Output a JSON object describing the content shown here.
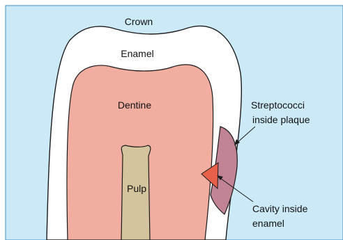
{
  "labels": {
    "crown": "Crown",
    "enamel": "Enamel",
    "dentine": "Dentine",
    "pulp": "Pulp",
    "plaque_line1": "Streptococci",
    "plaque_line2": "inside plaque",
    "cavity_line1": "Cavity inside",
    "cavity_line2": "enamel"
  },
  "colors": {
    "background": "#cce9f7",
    "enamel": "#ffffff",
    "dentine": "#f0ada0",
    "pulp": "#d3c49e",
    "plaque": "#c08494",
    "cavity": "#e8604a",
    "outline": "#1a1a1a",
    "frame": "#3a8fc4"
  }
}
